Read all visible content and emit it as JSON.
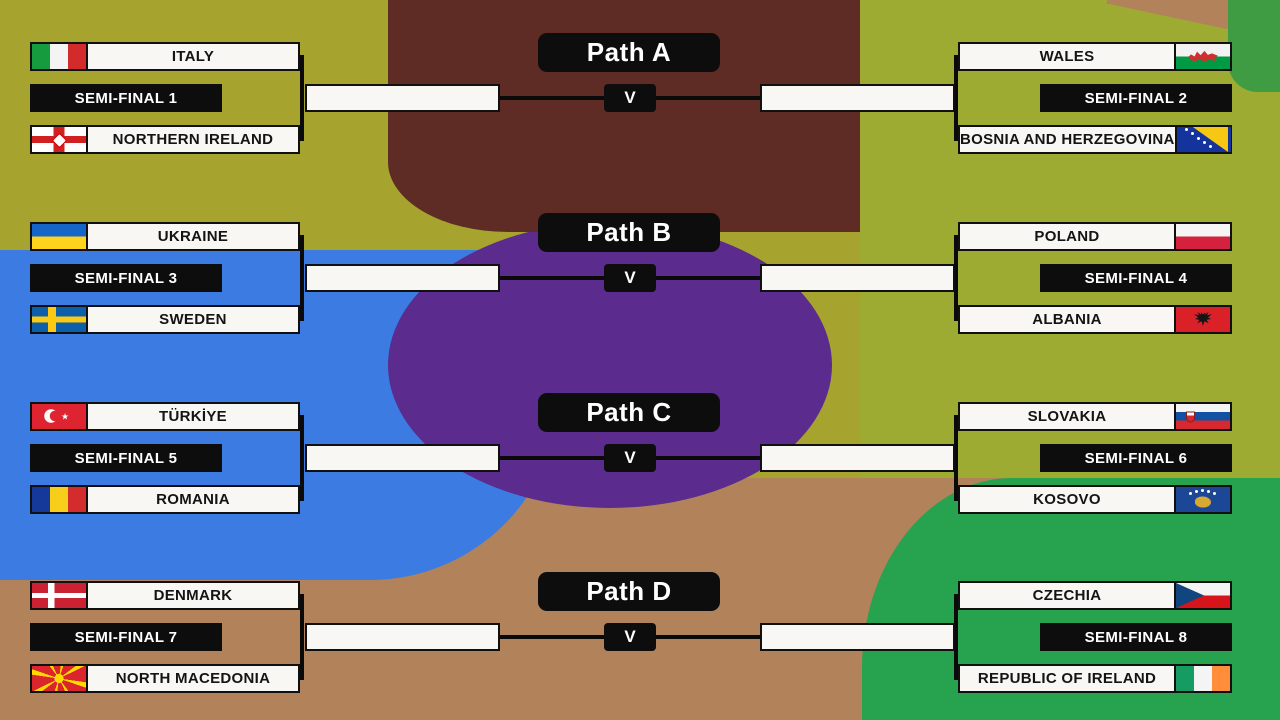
{
  "colors": {
    "olive_left": "#a6a42e",
    "olive_right": "#9dab33",
    "maroon": "#5f2c25",
    "purple": "#5b2b8e",
    "blue": "#3c7ce2",
    "tan": "#b2835a",
    "green_bottom_right": "#27a24e",
    "green_top_right": "#3f9c43",
    "box_black": "#0d0d0d",
    "box_white": "#f8f7f3"
  },
  "paths": [
    {
      "label": "Path A",
      "versus": "V",
      "left": {
        "semi": "SEMI-FINAL 1",
        "team1": {
          "name": "ITALY",
          "flag": "italy"
        },
        "team2": {
          "name": "NORTHERN IRELAND",
          "flag": "northern-ireland"
        }
      },
      "right": {
        "semi": "SEMI-FINAL 2",
        "team1": {
          "name": "WALES",
          "flag": "wales"
        },
        "team2": {
          "name": "BOSNIA AND HERZEGOVINA",
          "flag": "bosnia-herzegovina"
        }
      }
    },
    {
      "label": "Path B",
      "versus": "V",
      "left": {
        "semi": "SEMI-FINAL 3",
        "team1": {
          "name": "UKRAINE",
          "flag": "ukraine"
        },
        "team2": {
          "name": "SWEDEN",
          "flag": "sweden"
        }
      },
      "right": {
        "semi": "SEMI-FINAL 4",
        "team1": {
          "name": "POLAND",
          "flag": "poland"
        },
        "team2": {
          "name": "ALBANIA",
          "flag": "albania"
        }
      }
    },
    {
      "label": "Path C",
      "versus": "V",
      "left": {
        "semi": "SEMI-FINAL 5",
        "team1": {
          "name": "TÜRKİYE",
          "flag": "turkiye"
        },
        "team2": {
          "name": "ROMANIA",
          "flag": "romania"
        }
      },
      "right": {
        "semi": "SEMI-FINAL 6",
        "team1": {
          "name": "SLOVAKIA",
          "flag": "slovakia"
        },
        "team2": {
          "name": "KOSOVO",
          "flag": "kosovo"
        }
      }
    },
    {
      "label": "Path D",
      "versus": "V",
      "left": {
        "semi": "SEMI-FINAL 7",
        "team1": {
          "name": "DENMARK",
          "flag": "denmark"
        },
        "team2": {
          "name": "NORTH MACEDONIA",
          "flag": "north-macedonia"
        }
      },
      "right": {
        "semi": "SEMI-FINAL 8",
        "team1": {
          "name": "CZECHIA",
          "flag": "czechia"
        },
        "team2": {
          "name": "REPUBLIC OF IRELAND",
          "flag": "ireland"
        }
      }
    }
  ]
}
